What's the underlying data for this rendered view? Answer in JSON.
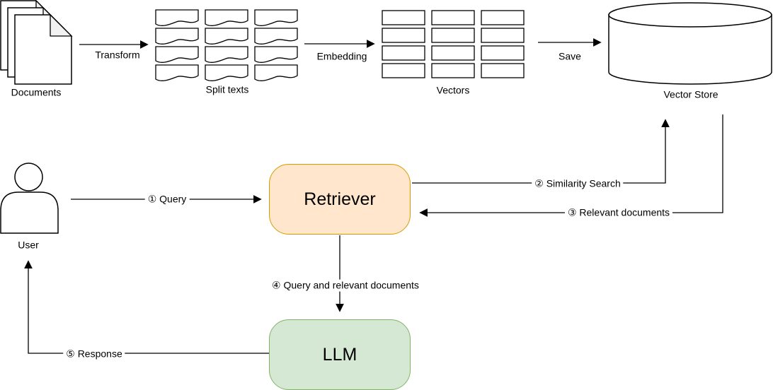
{
  "colors": {
    "background": "#FFFFFF",
    "line": "#000000",
    "fold-fill": "#F2F2F2",
    "retriever-fill": "#FFE6CC",
    "retriever-border": "#D79B00",
    "llm-fill": "#D5E8D4",
    "llm-border": "#82B366"
  },
  "ingest": {
    "documents": {
      "label": "Documents",
      "icon": "stacked-documents-icon"
    },
    "transform": {
      "label": "Transform",
      "icon": "right-arrow-icon"
    },
    "split_texts": {
      "label": "Split texts",
      "icon": "text-chunks-grid-icon",
      "rows": 4,
      "cols": 3
    },
    "embedding": {
      "label": "Embedding",
      "icon": "right-arrow-icon"
    },
    "vectors": {
      "label": "Vectors",
      "icon": "vector-grid-icon",
      "rows": 4,
      "cols": 3
    },
    "save": {
      "label": "Save",
      "icon": "right-arrow-icon"
    },
    "vector_store": {
      "label": "Vector Store",
      "icon": "database-cylinder-icon"
    }
  },
  "qa": {
    "user": {
      "label": "User",
      "icon": "person-icon"
    },
    "retriever": {
      "label": "Retriever"
    },
    "llm": {
      "label": "LLM"
    },
    "steps": {
      "query": "① Query",
      "similarity_search": "② Similarity Search",
      "relevant_documents": "③ Relevant documents",
      "query_and_docs": "④ Query and relevant documents",
      "response": "⑤ Response"
    }
  }
}
